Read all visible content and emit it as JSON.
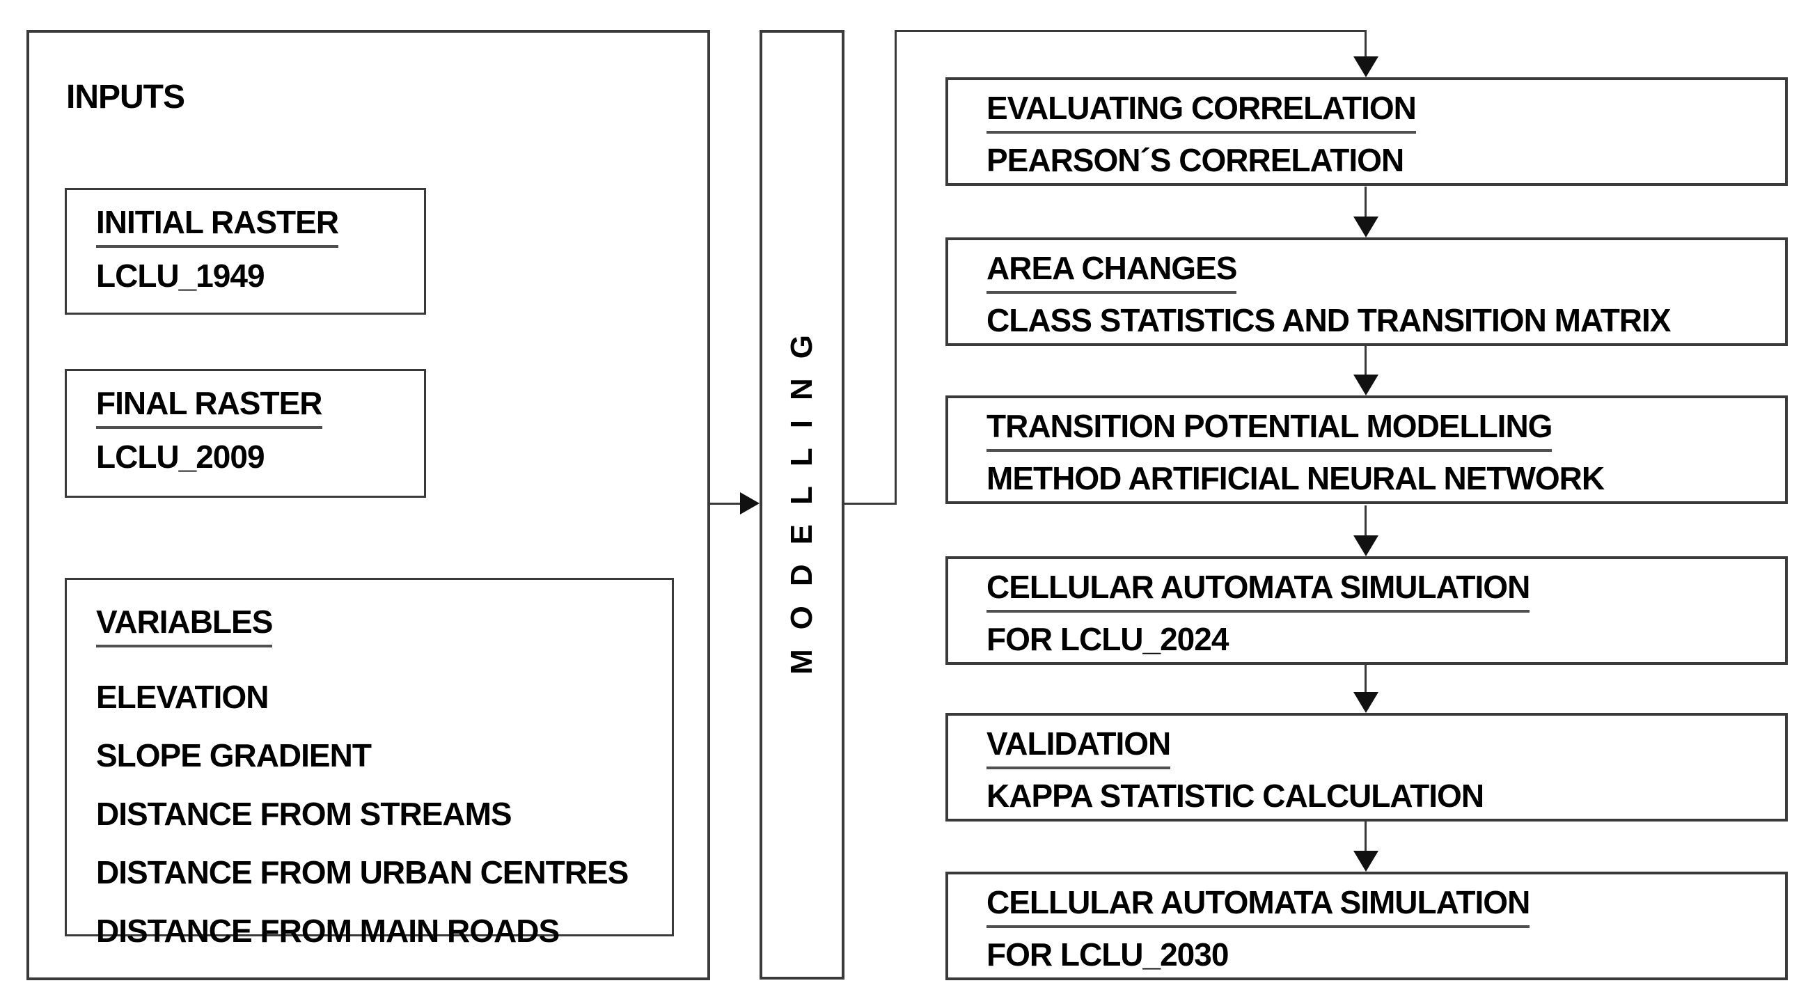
{
  "canvas": {
    "background": "#ffffff",
    "line_color": "#3a3a3a",
    "arrow_color": "#111111",
    "text_color": "#000000",
    "underline_color": "#4f4f4f"
  },
  "inputs": {
    "label": "INPUTS",
    "initial_raster": {
      "title": "INITIAL RASTER",
      "value": "LCLU_1949"
    },
    "final_raster": {
      "title": "FINAL RASTER",
      "value": "LCLU_2009"
    },
    "variables": {
      "title": "VARIABLES",
      "items": [
        "ELEVATION",
        "SLOPE GRADIENT",
        "DISTANCE FROM STREAMS",
        "DISTANCE FROM URBAN CENTRES",
        "DISTANCE FROM MAIN ROADS"
      ]
    }
  },
  "modelling": {
    "label": "MODELLING"
  },
  "flow": {
    "steps": [
      {
        "title": "EVALUATING CORRELATION",
        "subtitle": "PEARSON´S CORRELATION"
      },
      {
        "title": "AREA CHANGES",
        "subtitle": "CLASS STATISTICS AND TRANSITION MATRIX"
      },
      {
        "title": "TRANSITION POTENTIAL MODELLING",
        "subtitle": "METHOD ARTIFICIAL NEURAL NETWORK"
      },
      {
        "title": "CELLULAR AUTOMATA SIMULATION",
        "subtitle": "FOR LCLU_2024"
      },
      {
        "title": "VALIDATION",
        "subtitle": "KAPPA STATISTIC CALCULATION"
      },
      {
        "title": "CELLULAR AUTOMATA SIMULATION",
        "subtitle": "FOR LCLU_2030"
      }
    ]
  }
}
